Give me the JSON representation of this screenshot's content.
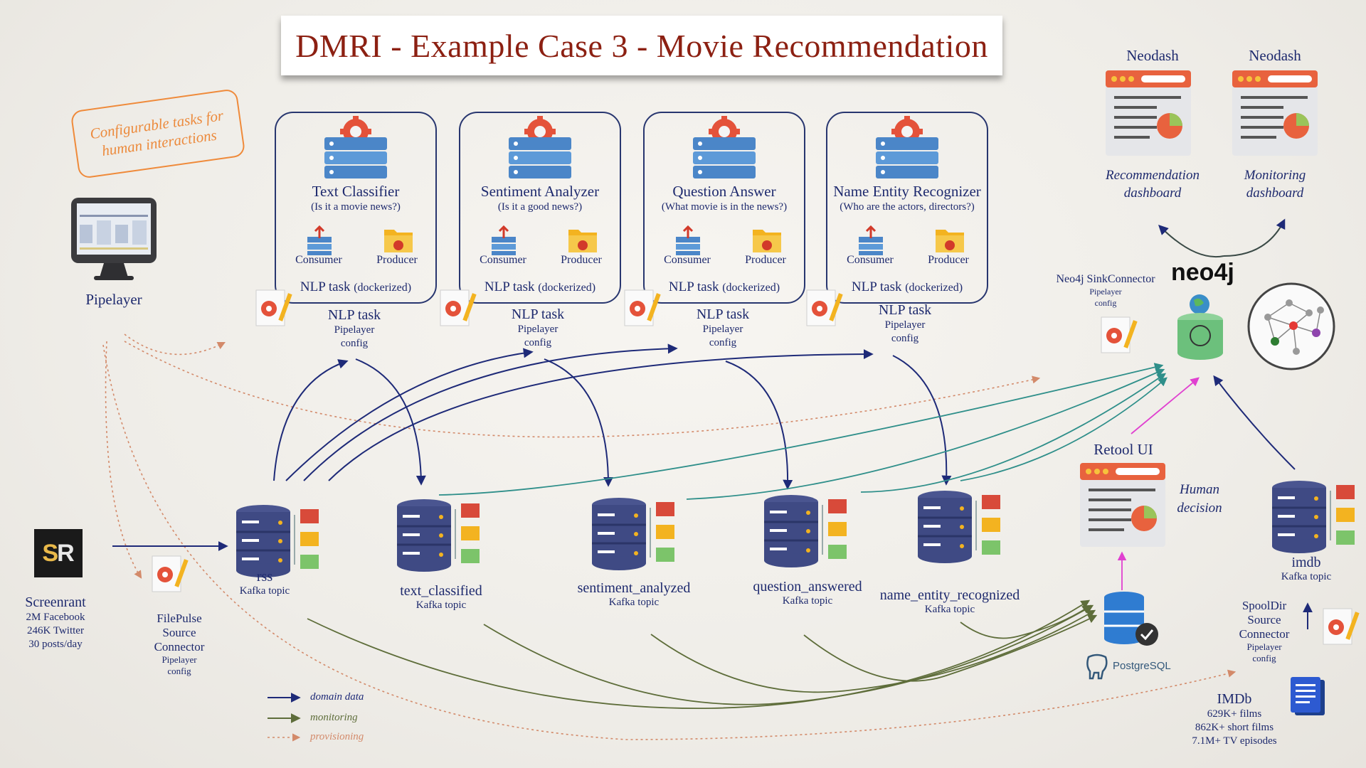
{
  "title": "DMRI - Example Case 3 - Movie Recommendation",
  "config_note": "Configurable tasks for human interactions",
  "pipelayer": {
    "label": "Pipelayer"
  },
  "nlp_tasks": [
    {
      "name": "Text Classifier",
      "question": "(Is it a movie news?)",
      "consumer": "Consumer",
      "producer": "Producer",
      "dock_label": "NLP task",
      "dock_sub": "(dockerized)",
      "cfg_title": "NLP task",
      "cfg_line1": "Pipelayer",
      "cfg_line2": "config"
    },
    {
      "name": "Sentiment Analyzer",
      "question": "(Is it a good news?)",
      "consumer": "Consumer",
      "producer": "Producer",
      "dock_label": "NLP task",
      "dock_sub": "(dockerized)",
      "cfg_title": "NLP task",
      "cfg_line1": "Pipelayer",
      "cfg_line2": "config"
    },
    {
      "name": "Question Answer",
      "question": "(What movie is in the news?)",
      "consumer": "Consumer",
      "producer": "Producer",
      "dock_label": "NLP task",
      "dock_sub": "(dockerized)",
      "cfg_title": "NLP task",
      "cfg_line1": "Pipelayer",
      "cfg_line2": "config"
    },
    {
      "name": "Name Entity Recognizer",
      "question": "(Who are the actors, directors?)",
      "consumer": "Consumer",
      "producer": "Producer",
      "dock_label": "NLP task",
      "dock_sub": "(dockerized)",
      "cfg_title": "NLP task",
      "cfg_line1": "Pipelayer",
      "cfg_line2": "config"
    }
  ],
  "topics": [
    {
      "name": "rss",
      "sub": "Kafka topic"
    },
    {
      "name": "text_classified",
      "sub": "Kafka topic"
    },
    {
      "name": "sentiment_analyzed",
      "sub": "Kafka topic"
    },
    {
      "name": "question_answered",
      "sub": "Kafka topic"
    },
    {
      "name": "name_entity_recognized",
      "sub": "Kafka topic"
    },
    {
      "name": "imdb",
      "sub": "Kafka topic"
    }
  ],
  "screenrant": {
    "name": "Screenrant",
    "line1": "2M Facebook",
    "line2": "246K Twitter",
    "line3": "30 posts/day"
  },
  "filepulse": {
    "line1": "FilePulse",
    "line2": "Source",
    "line3": "Connector",
    "line4": "Pipelayer",
    "line5": "config"
  },
  "neodash": [
    {
      "title": "Neodash",
      "caption1": "Recommendation",
      "caption2": "dashboard"
    },
    {
      "title": "Neodash",
      "caption1": "Monitoring",
      "caption2": "dashboard"
    }
  ],
  "neo4j": {
    "brand": "neo4j",
    "sink_title": "Neo4j SinkConnector",
    "sink_sub1": "Pipelayer",
    "sink_sub2": "config"
  },
  "retool": {
    "title": "Retool UI",
    "decision1": "Human",
    "decision2": "decision"
  },
  "postgres": {
    "brand": "PostgreSQL"
  },
  "spooldir": {
    "line1": "SpoolDir",
    "line2": "Source",
    "line3": "Connector",
    "line4": "Pipelayer",
    "line5": "config"
  },
  "imdb_source": {
    "name": "IMDb",
    "line1": "629K+ films",
    "line2": "862K+ short films",
    "line3": "7.1M+ TV episodes"
  },
  "legend": {
    "domain": "domain data",
    "monitoring": "monitoring",
    "provisioning": "provisioning"
  },
  "colors": {
    "domain": "#1e2a78",
    "monitoring": "#5e6d3a",
    "provisioning": "#d38a6a",
    "sink": "#2f8f8a",
    "human": "#e040d0",
    "title": "#8c2012"
  }
}
